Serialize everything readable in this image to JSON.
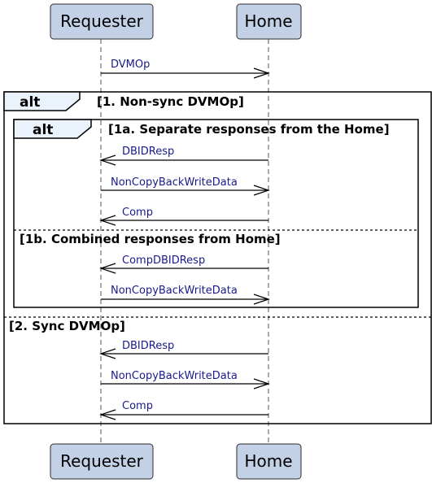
{
  "participants": {
    "requester": "Requester",
    "home": "Home"
  },
  "messages": [
    {
      "label": "DVMOp",
      "direction": "right"
    },
    {
      "label": "DBIDResp",
      "direction": "left"
    },
    {
      "label": "NonCopyBackWriteData",
      "direction": "right"
    },
    {
      "label": "Comp",
      "direction": "left"
    },
    {
      "label": "CompDBIDResp",
      "direction": "left"
    },
    {
      "label": "NonCopyBackWriteData",
      "direction": "right"
    },
    {
      "label": "DBIDResp",
      "direction": "left"
    },
    {
      "label": "NonCopyBackWriteData",
      "direction": "right"
    },
    {
      "label": "Comp",
      "direction": "left"
    }
  ],
  "frames": {
    "outer": {
      "keyword": "alt",
      "guard_1": "[1. Non-sync DVMOp]",
      "guard_2": "[2. Sync DVMOp]"
    },
    "inner": {
      "keyword": "alt",
      "guard_1": "[1a. Separate responses from the Home]",
      "guard_2": "[1b. Combined responses from Home]"
    }
  },
  "colors": {
    "participant_fill": "#c3d1e6",
    "frame_tab_fill": "#eaf2fb",
    "message_label": "#1a1a8c"
  }
}
